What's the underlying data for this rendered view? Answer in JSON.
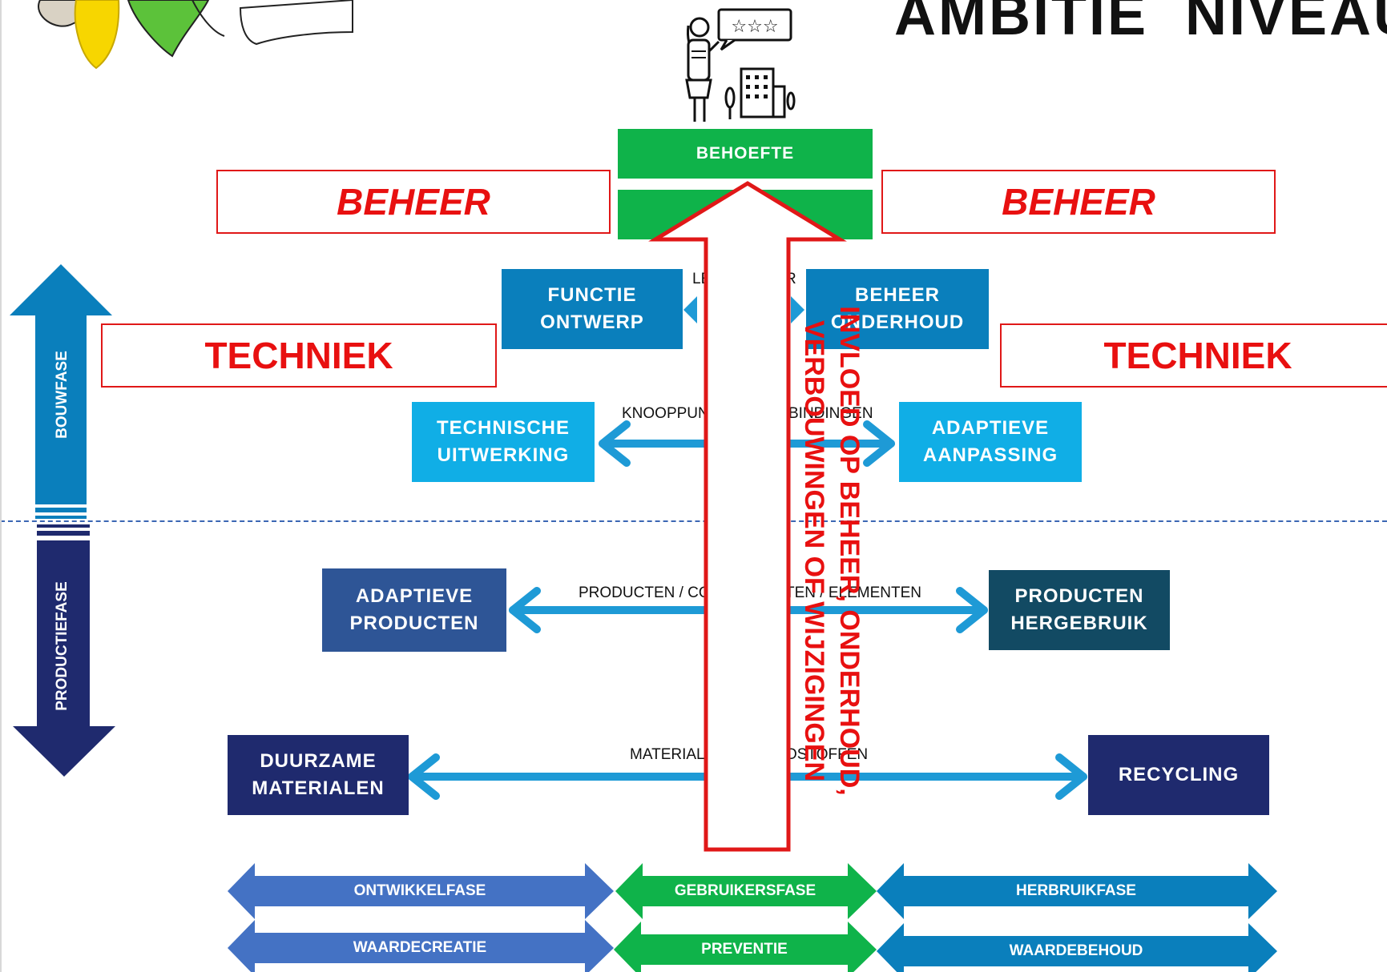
{
  "header": {
    "title": "AMBITIE  NIVEAU"
  },
  "red_labels": {
    "beheer_left": "BEHEER",
    "beheer_right": "BEHEER",
    "techniek_left": "TECHNIEK",
    "techniek_right": "TECHNIEK"
  },
  "green_box": {
    "label": "BEHOEFTE"
  },
  "center_arrow_text": "INVLOED OP BEHEER, ONDERHOUD,\nVERBOUWINGEN OF WIJZIGINGEN",
  "vertical_arrows": {
    "top": "BOUWFASE",
    "bottom": "PRODUCTIEFASE"
  },
  "rows": [
    {
      "left": "FUNCTIE\nONTWERP",
      "right": "BEHEER\nONDERHOUD",
      "connector": "LEVENSDUUR",
      "visible_left": "LE",
      "visible_right": "R"
    },
    {
      "left": "TECHNISCHE\nUITWERKING",
      "right": "ADAPTIEVE\nAANPASSING",
      "visible_left": "KNOOPPUN",
      "visible_right": "BINDINGEN"
    },
    {
      "left": "ADAPTIEVE\nPRODUCTEN",
      "right": "PRODUCTEN\nHERGEBRUIK",
      "visible_left": "PRODUCTEN / CO",
      "visible_right": "TEN  / ELEMENTEN"
    },
    {
      "left": "DUURZAME\nMATERIALEN",
      "right": "RECYCLING",
      "visible_left": "MATERIAL",
      "visible_right": "OSTOFFEN"
    }
  ],
  "phase_arrows": {
    "row1": [
      "ONTWIKKELFASE",
      "GEBRUIKERSFASE",
      "HERBRUIKFASE"
    ],
    "row2": [
      "WAARDECREATIE",
      "PREVENTIE",
      "WAARDEBEHOUD"
    ]
  },
  "colors": {
    "green": "#0fb34a",
    "red": "#e81010",
    "blue_mid": "#0a7fbc",
    "blue_light": "#10aee6",
    "blue_slate": "#2e5596",
    "teal_dark": "#124a63",
    "navy": "#1f2a6e",
    "arrow_cyan": "#1e9ad6",
    "phase_blue": "#4472c4",
    "phase_green": "#0fb34a",
    "phase_teal": "#0a7fbc"
  }
}
